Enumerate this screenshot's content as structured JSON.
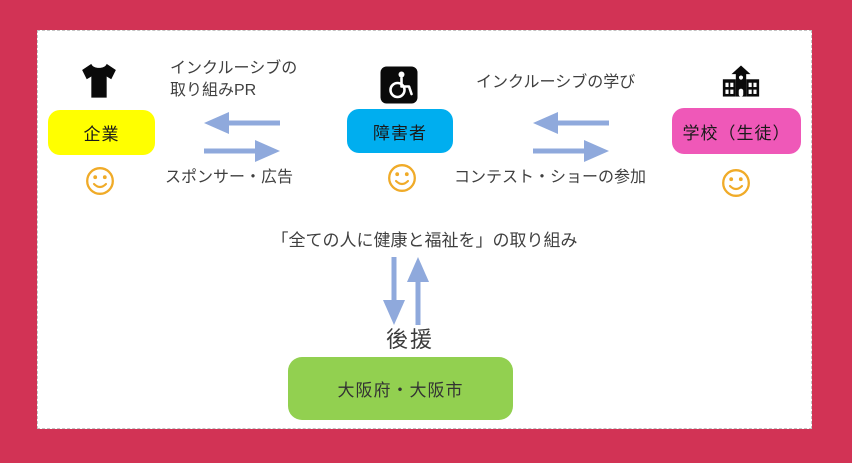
{
  "diagram": {
    "actors": {
      "company": {
        "label": "企業"
      },
      "disabled": {
        "label": "障害者"
      },
      "school": {
        "label": "学校（生徒）"
      }
    },
    "relations": {
      "company_disabled": {
        "top_line1": "インクルーシブの",
        "top_line2": "取り組みPR",
        "bottom": "スポンサー・広告"
      },
      "disabled_school": {
        "top": "インクルーシブの学び",
        "bottom": "コンテスト・ショーの参加"
      }
    },
    "support": {
      "initiative": "「全ての人に健康と福祉を」の取り組み",
      "label": "後援",
      "government": "大阪府・大阪市"
    },
    "icons": {
      "company": "tshirt-icon",
      "disabled": "wheelchair-icon",
      "school": "school-icon",
      "mood": "smiley-icon"
    },
    "colors": {
      "background": "#d23355",
      "panel": "#ffffff",
      "company_box": "#ffff00",
      "disabled_box": "#00aeef",
      "school_box": "#ef58b8",
      "government_box": "#92d050",
      "arrow": "#8fa9dc",
      "smiley": "#f0ab28",
      "icon_black": "#0a0a0a",
      "text": "#3f3f3f"
    }
  }
}
